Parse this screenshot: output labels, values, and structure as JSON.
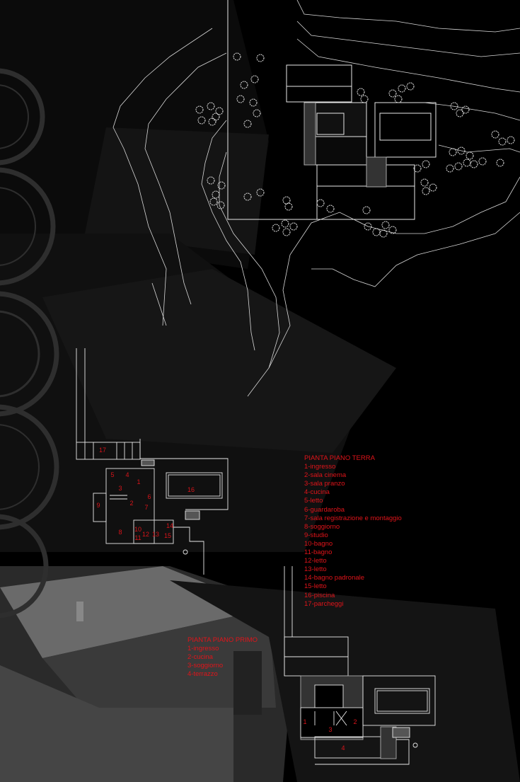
{
  "ground_floor": {
    "title": "PIANTA  PIANO TERRA",
    "items": [
      "1-ingresso",
      "2-sala cinema",
      "3-sala pranzo",
      "4-cucina",
      "5-letto",
      "6-guardaroba",
      "7-sala registrazione e montaggio",
      "8-soggiorno",
      "9-studio",
      "10-bagno",
      "11-bagno",
      "12-letto",
      "13-letto",
      "14-bagno padronale",
      "15-letto",
      "16-piscina",
      "17-parcheggi"
    ],
    "room_numbers": [
      "1",
      "2",
      "3",
      "4",
      "5",
      "6",
      "7",
      "8",
      "9",
      "10",
      "11",
      "12",
      "13",
      "14",
      "15",
      "16",
      "17"
    ]
  },
  "first_floor": {
    "title": "PIANTA  PIANO PRIMO",
    "items": [
      "1-ingresso",
      "2-cucina",
      "3-soggiorno",
      "4-terrazzo"
    ],
    "room_numbers": [
      "1",
      "2",
      "3",
      "4"
    ]
  },
  "colors": {
    "background": "#000000",
    "lines": "#e8e8e8",
    "labels": "#e0141a"
  }
}
